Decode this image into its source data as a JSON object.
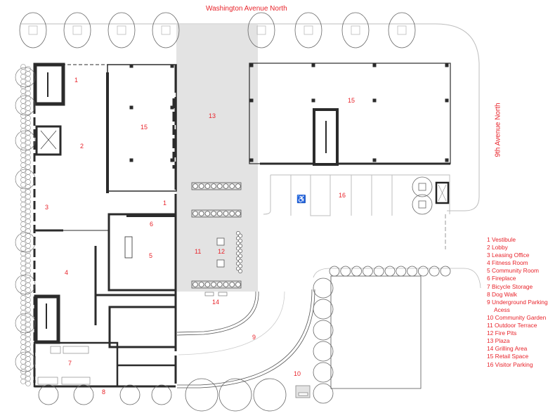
{
  "streets": {
    "north": "Washington Avenue North",
    "east": "9th Avenue North"
  },
  "colors": {
    "label": "#e8232a",
    "wall": "#2b2b2b",
    "plaza_fill": "#e3e3e3",
    "line": "#8a8a8a",
    "light_line": "#bdbdbd"
  },
  "room_labels": [
    {
      "id": "1",
      "name": "vestibule"
    },
    {
      "id": "2",
      "name": "lobby"
    },
    {
      "id": "3",
      "name": "leasing-office"
    },
    {
      "id": "4",
      "name": "fitness-room"
    },
    {
      "id": "5",
      "name": "community-room"
    },
    {
      "id": "6",
      "name": "fireplace"
    },
    {
      "id": "7",
      "name": "bicycle-storage"
    },
    {
      "id": "8",
      "name": "dog-walk"
    },
    {
      "id": "9",
      "name": "underground-parking"
    },
    {
      "id": "10",
      "name": "community-garden"
    },
    {
      "id": "11",
      "name": "outdoor-terrace"
    },
    {
      "id": "12",
      "name": "fire-pits"
    },
    {
      "id": "13",
      "name": "plaza"
    },
    {
      "id": "14",
      "name": "grilling-area"
    },
    {
      "id": "15",
      "name": "retail-space"
    },
    {
      "id": "16",
      "name": "visitor-parking"
    }
  ],
  "plan_labels": {
    "vestibule_a": "1",
    "vestibule_b": "1",
    "lobby": "2",
    "leasing": "3",
    "fitness": "4",
    "community": "5",
    "fireplace": "6",
    "bicycle": "7",
    "dogwalk": "8",
    "parking_ramp": "9",
    "garden": "10",
    "terrace": "11",
    "firepits": "12",
    "plaza": "13",
    "grill": "14",
    "retail_west": "15",
    "retail_east": "15",
    "visitor_parking": "16"
  },
  "legend": {
    "items": [
      "1 Vestibule",
      "2 Lobby",
      "3 Leasing Office",
      "4 Fitness Room",
      "5 Community Room",
      "6 Fireplace",
      "7 Bicycle Storage",
      "8 Dog Walk",
      "9 Underground Parking",
      "Acess",
      "10 Community Garden",
      "11 Outdoor Terrace",
      "12 Fire Pits",
      "13 Plaza",
      "14 Grilling Area",
      "15 Retail Space",
      "16 Visitor Parking"
    ]
  },
  "parking": {
    "accessible_icon": "wheelchair-icon"
  }
}
